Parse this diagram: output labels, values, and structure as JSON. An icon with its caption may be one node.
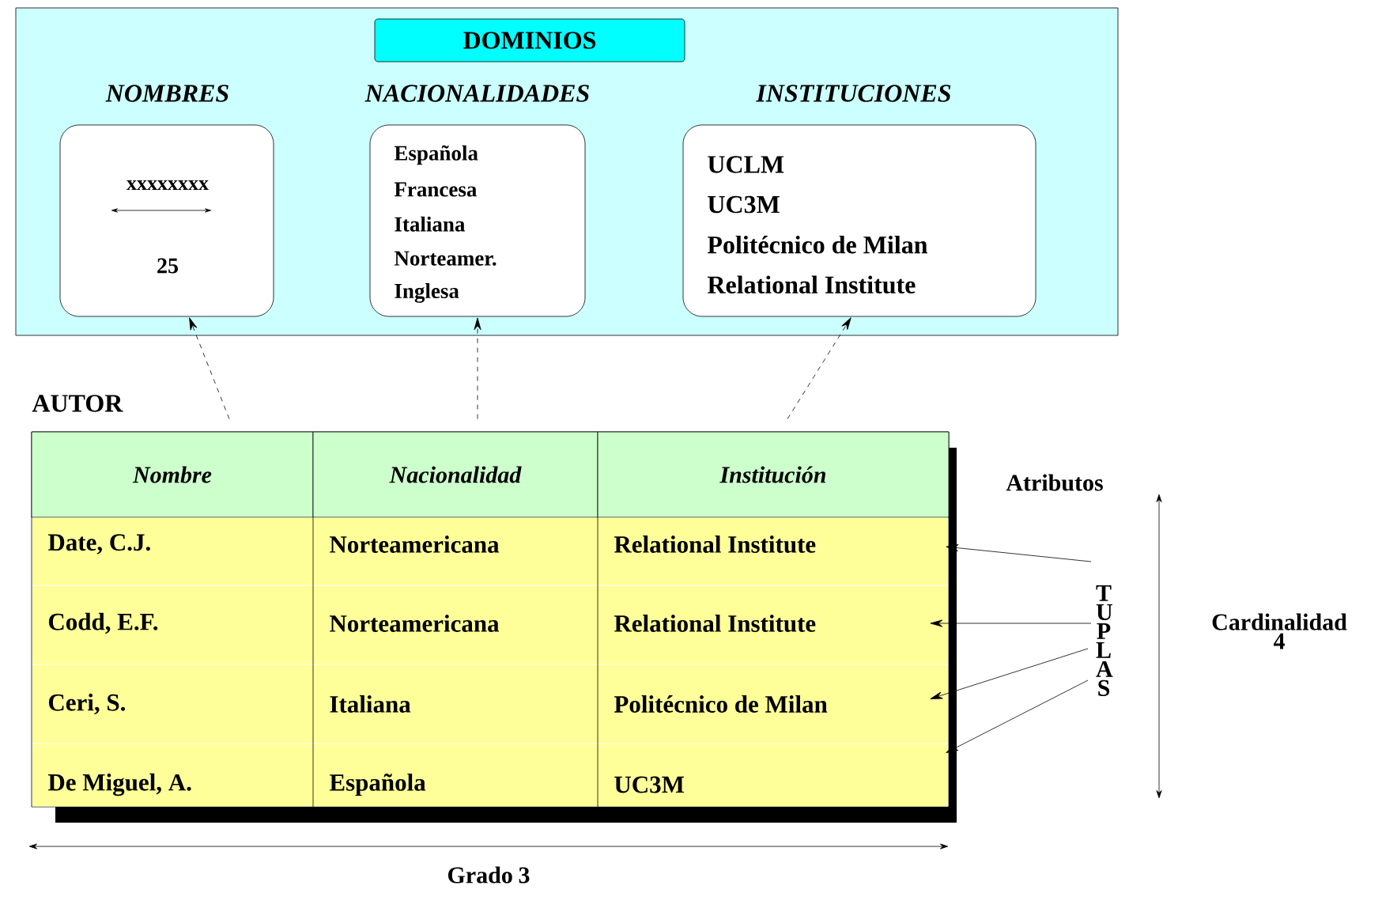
{
  "diagram": {
    "nodes": [
      {
        "text": [
          "DOMINIOS"
        ]
      },
      {
        "text": [
          "NOMBRES",
          "xxxxxxxx",
          "25"
        ],
        "in": 0
      },
      {
        "text": [
          "NACIONALIDADES",
          "Española",
          "Francesa",
          "Italiana",
          "Norteamer.",
          "Inglesa"
        ],
        "in": 0
      },
      {
        "text": [
          "INSTITUCIONES",
          "UCLM",
          "UC3M",
          "Politécnico de Milan",
          "Relational Institute"
        ],
        "in": 0
      },
      {
        "text": [
          "AUTOR"
        ]
      },
      {
        "text": [
          "Nombre"
        ],
        "in": 4
      },
      {
        "text": [
          "Nacionalidad"
        ],
        "in": 4
      },
      {
        "text": [
          "Institución"
        ],
        "in": 4
      },
      {
        "text": [
          "Date, C.J.",
          "Norteamericana",
          "Relational Institute"
        ],
        "in": 4
      },
      {
        "text": [
          "Codd, E.F.",
          "Norteamericana",
          "Relational Institute"
        ],
        "in": 4
      },
      {
        "text": [
          "Ceri, S.",
          "Italiana",
          "Politécnico de Milan"
        ],
        "in": 4
      },
      {
        "text": [
          "De Miguel, A.",
          "Española",
          "UC3M"
        ],
        "in": 4
      },
      {
        "text": [
          "T U P L A S"
        ]
      }
    ],
    "edges": [
      {
        "from": 5,
        "to": 1,
        "arrow": "to",
        "style": "dashed"
      },
      {
        "from": 6,
        "to": 2,
        "arrow": "to",
        "style": "dashed"
      },
      {
        "from": 7,
        "to": 3,
        "arrow": "to",
        "style": "dashed"
      },
      {
        "from": 12,
        "to": 8,
        "arrow": "to"
      },
      {
        "from": 12,
        "to": 9,
        "arrow": "to"
      },
      {
        "from": 12,
        "to": 10,
        "arrow": "to"
      },
      {
        "from": 12,
        "to": 11,
        "arrow": "to"
      }
    ],
    "labels": [
      "Atributos",
      "Cardinalidad 4",
      "Grado 3"
    ]
  }
}
